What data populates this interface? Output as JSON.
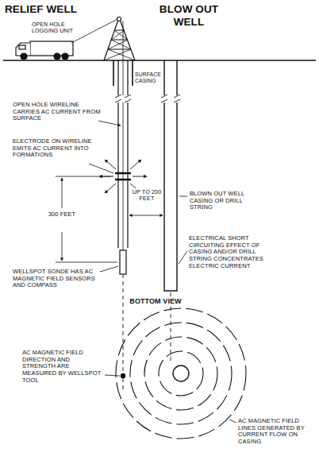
{
  "diagram": {
    "labels": [
      "RELIEF WELL",
      "BLOW OUT WELL",
      "OPEN HOLE LOGGING UNIT",
      "SURFACE CASING",
      "OPEN HOLE WIRELINE CARRIES AC CURRENT FROM SURFACE",
      "ELECTRODE ON WIRELINE EMITS AC CURRENT INTO FORMATIONS",
      "300 FEET",
      "UP TO 200 FEET",
      "BLOWN OUT WELL CASING OR DRILL STRING",
      "ELECTRICAL SHORT CIRCUITING EFFECT OF CASING AND/OR DRILL STRING CONCENTRATES ELECTRIC CURRENT",
      "WELLSPOT SONDE HAS AC MAGNETIC FIELD SENSORS AND COMPASS",
      "BOTTOM VIEW",
      "AC MAGNETIC FIELD DIRECTION AND STRENGTH ARE MEASURED BY WELLSPOT TOOL",
      "AC MAGNETIC FIELD LINES GENERATED BY CURRENT FLOW ON CASING"
    ]
  }
}
